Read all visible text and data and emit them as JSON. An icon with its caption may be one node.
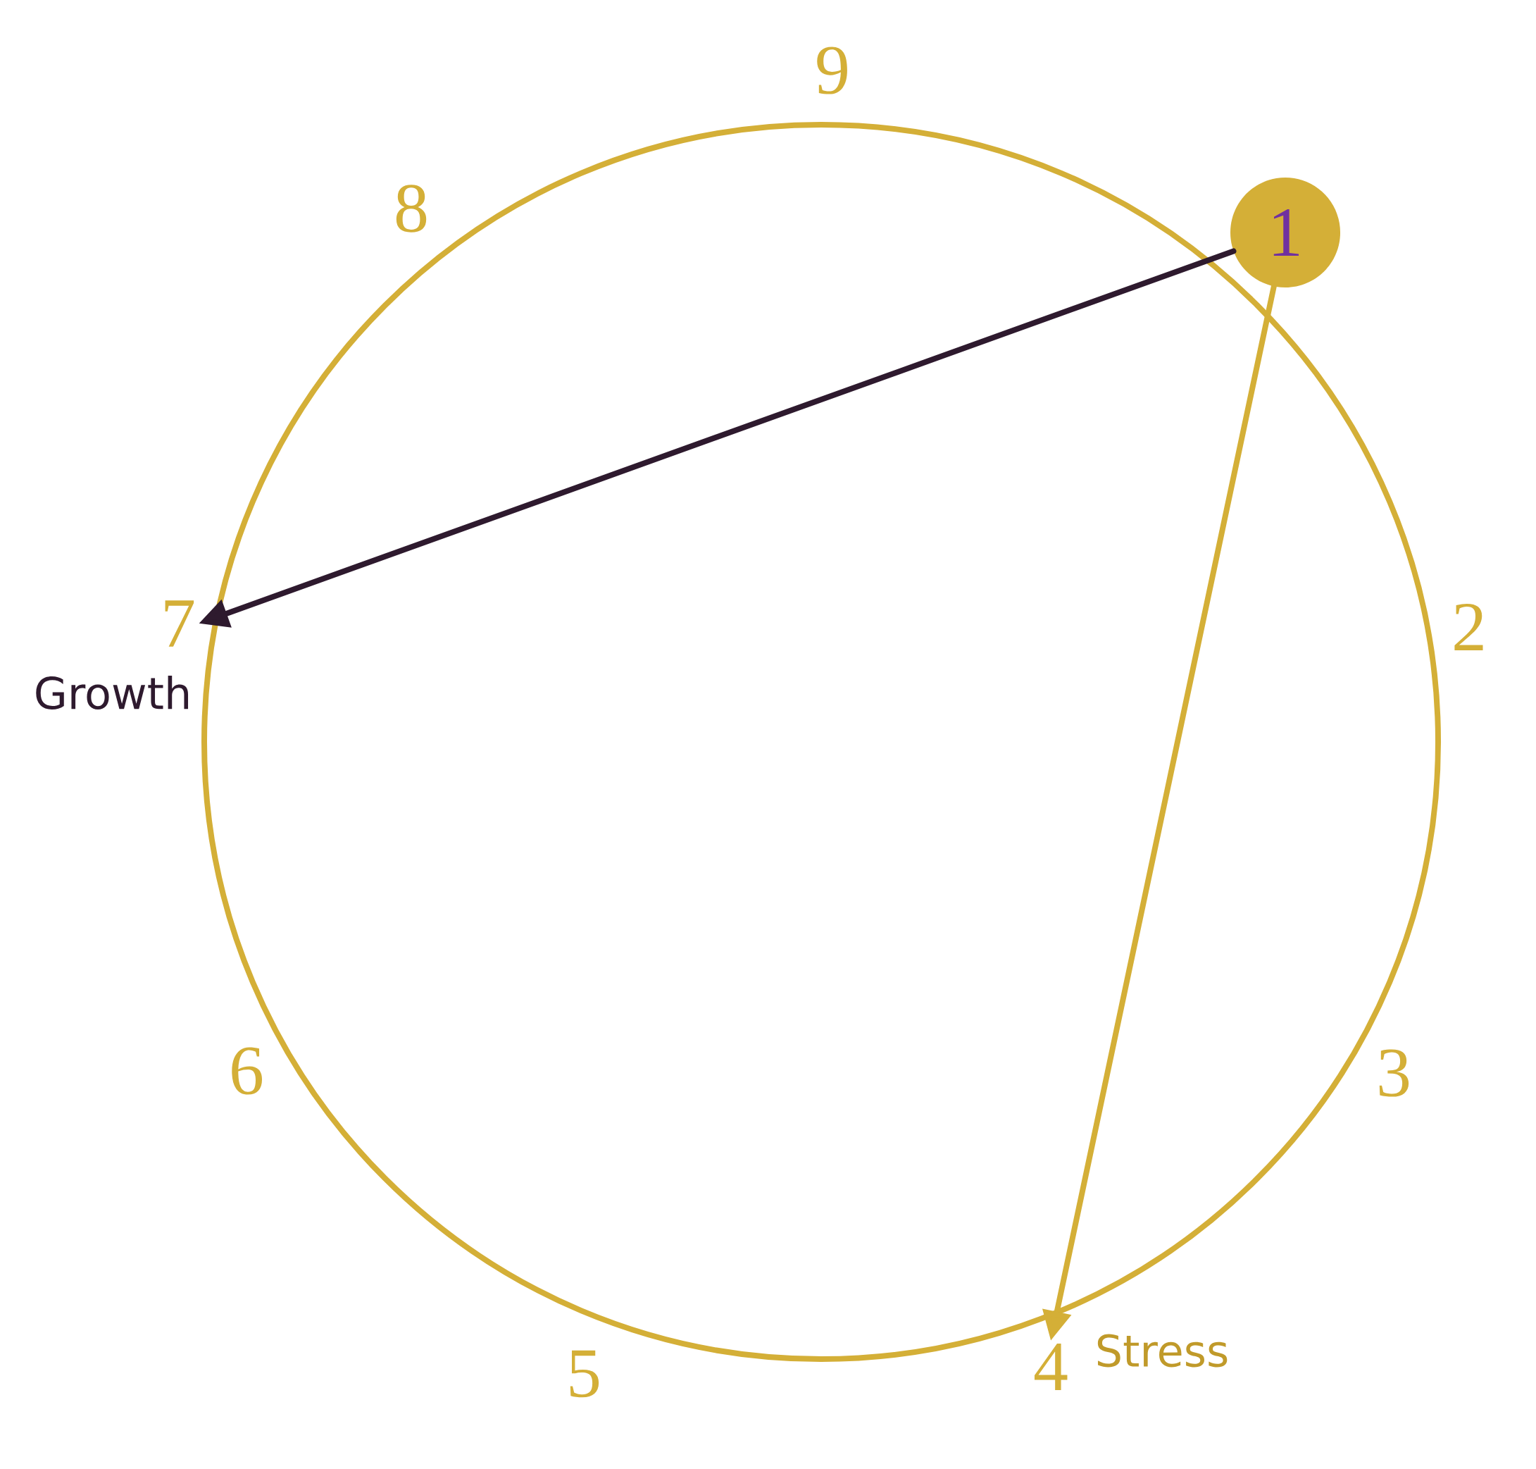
{
  "diagram": {
    "nodes": [
      {
        "text": [
          "1"
        ]
      },
      {
        "text": [
          "2"
        ]
      },
      {
        "text": [
          "3"
        ]
      },
      {
        "text": [
          "4"
        ]
      },
      {
        "text": [
          "5"
        ]
      },
      {
        "text": [
          "6"
        ]
      },
      {
        "text": [
          "7"
        ]
      },
      {
        "text": [
          "8"
        ]
      },
      {
        "text": [
          "9"
        ]
      }
    ],
    "edges": [
      {
        "from": 0,
        "to": 6,
        "arrow": "to",
        "label": "Growth",
        "color": "#2e1a2e"
      },
      {
        "from": 0,
        "to": 3,
        "arrow": "to",
        "label": "Stress",
        "color": "#d4af37"
      }
    ]
  }
}
